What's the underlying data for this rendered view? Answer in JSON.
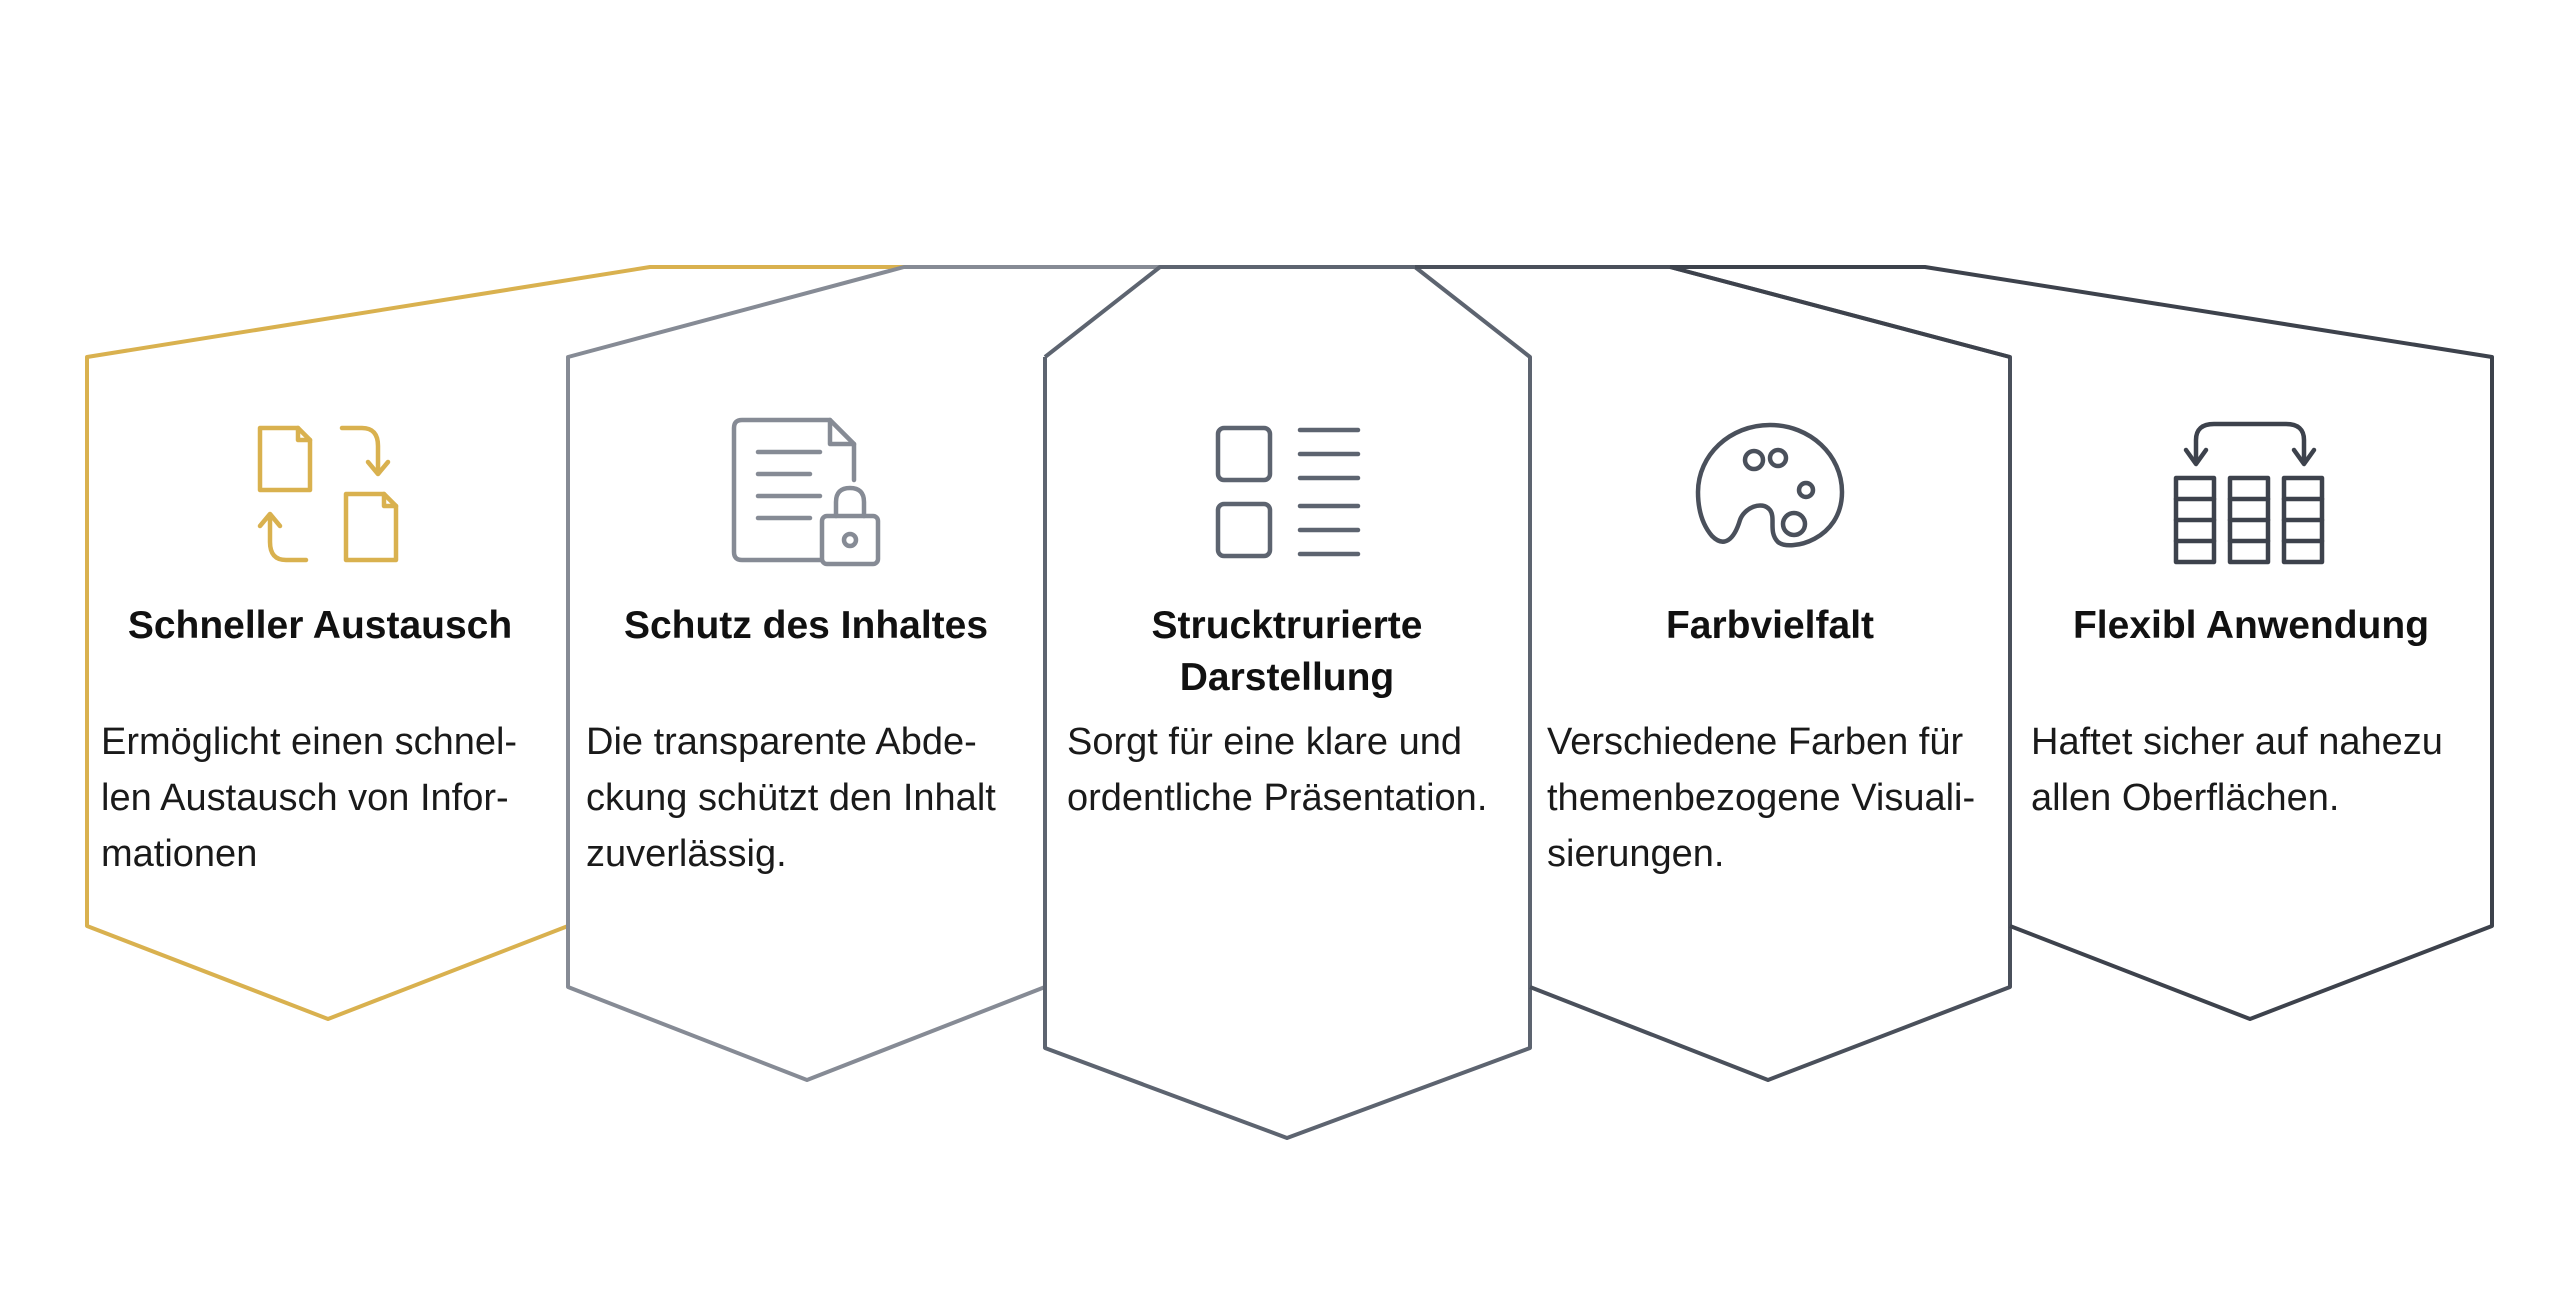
{
  "colors": {
    "gold": "#d9b14f",
    "slate_light": "#868b95",
    "slate": "#5d6470",
    "slate_dark": "#4a505b",
    "slate_darker": "#3d424c"
  },
  "cards": [
    {
      "icon": "document-exchange-icon",
      "title": "Schneller Austausch",
      "text": "Ermöglicht einen schnel-\nlen Austausch von Infor-\nmationen"
    },
    {
      "icon": "document-lock-icon",
      "title": "Schutz des Inhaltes",
      "text": "Die transparente Abde-\nckung schützt den Inhalt\nzuverlässig."
    },
    {
      "icon": "checklist-icon",
      "title": "Strucktrurierte\nDarstellung",
      "text": "Sorgt für eine klare und\nordentliche Präsentation."
    },
    {
      "icon": "palette-icon",
      "title": "Farbvielfalt",
      "text": "Verschiedene Farben für\nthemenbezogene Visuali-\nsierungen."
    },
    {
      "icon": "grid-swap-icon",
      "title": "Flexibl Anwendung",
      "text": "Haftet sicher auf nahezu\nallen Oberflächen."
    }
  ]
}
